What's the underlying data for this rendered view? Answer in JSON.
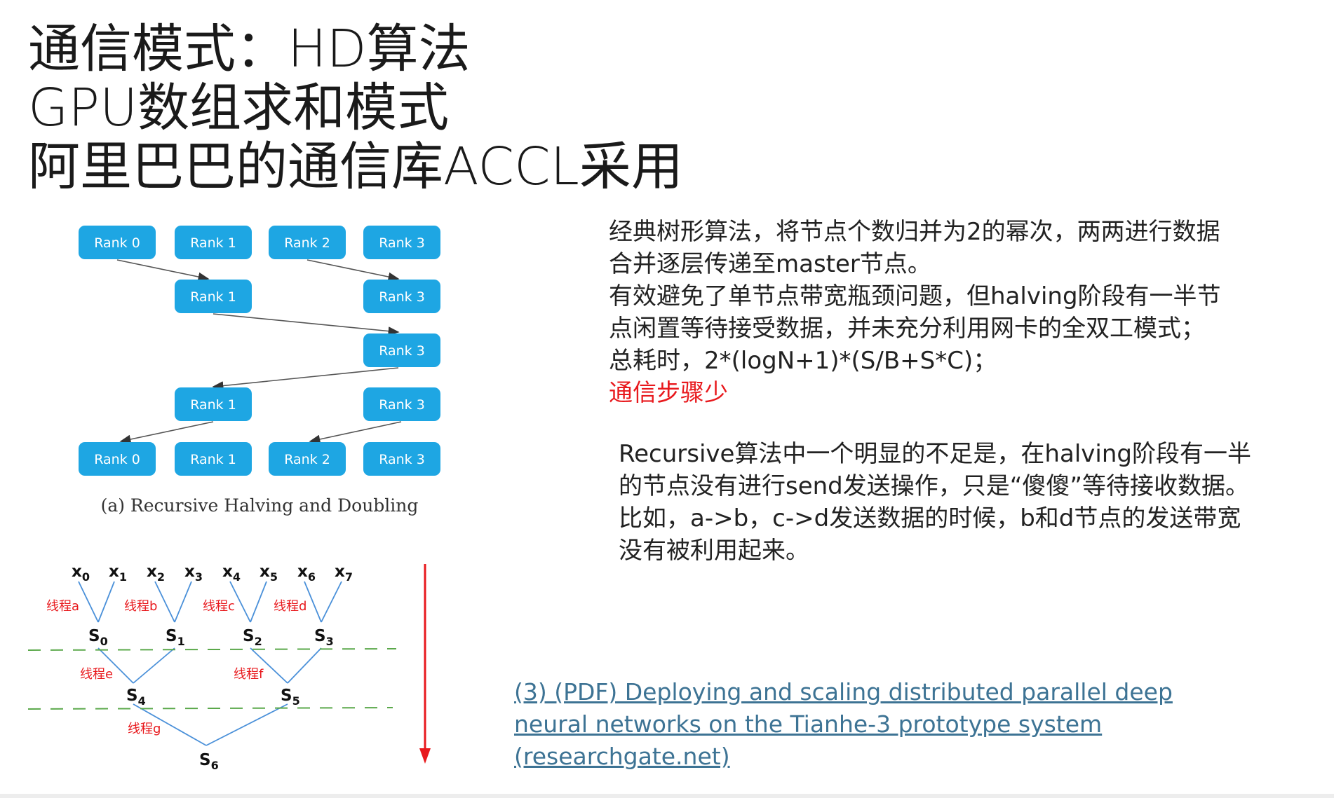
{
  "title": {
    "lines": [
      "通信模式：HD算法",
      "GPU数组求和模式",
      "阿里巴巴的通信库ACCL采用"
    ]
  },
  "description": {
    "lines": [
      "经典树形算法，将节点个数归并为2的幂次，两两进行数据",
      "合并逐层传递至master节点。",
      "有效避免了单节点带宽瓶颈问题，但halving阶段有一半节",
      "点闲置等待接受数据，并未充分利用网卡的全双工模式；",
      "总耗时，2*(logN+1)*(S/B+S*C)；"
    ],
    "highlight": "通信步骤少",
    "highlight_color": "#e8191d"
  },
  "description2": {
    "lines": [
      "Recursive算法中一个明显的不足是，在halving阶段有一半",
      "的节点没有进行send发送操作，只是“傻傻”等待接收数据。",
      "比如，a->b，c->d发送数据的时候，b和d节点的发送带宽",
      "没有被利用起来。"
    ]
  },
  "reference": {
    "lines": [
      "(3) (PDF) Deploying and scaling distributed parallel deep",
      "neural networks on the Tianhe-3 prototype system",
      "(researchgate.net)"
    ],
    "color": "#3d7394"
  },
  "diagram_a": {
    "caption": "(a) Recursive Halving and Doubling",
    "rank_color": "#1ea6e3",
    "rows": [
      [
        "Rank 0",
        "Rank 1",
        "Rank 2",
        "Rank 3"
      ],
      [
        "Rank 1",
        "Rank 3"
      ],
      [
        "Rank 3"
      ],
      [
        "Rank 1",
        "Rank 3"
      ],
      [
        "Rank 0",
        "Rank 1",
        "Rank 2",
        "Rank 3"
      ]
    ]
  },
  "diagram_b": {
    "inputs": [
      "x0",
      "x1",
      "x2",
      "x3",
      "x4",
      "x5",
      "x6",
      "x7"
    ],
    "level1_sums": [
      "S0",
      "S1",
      "S2",
      "S3"
    ],
    "level1_threads": [
      "线程a",
      "线程b",
      "线程c",
      "线程d"
    ],
    "level2_sums": [
      "S4",
      "S5"
    ],
    "level2_threads": [
      "线程e",
      "线程f"
    ],
    "level3_sums": [
      "S6"
    ],
    "level3_threads": [
      "线程g"
    ],
    "line_color": "#4a90d9",
    "divider_color": "#5aa84a",
    "arrow_color": "#e8191d"
  }
}
